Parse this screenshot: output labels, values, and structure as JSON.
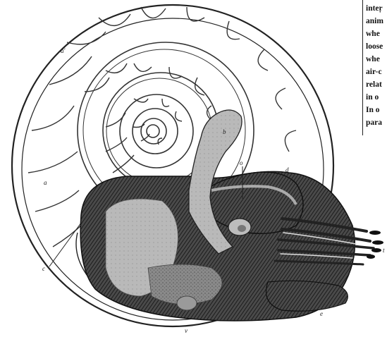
{
  "figure": {
    "labels": {
      "a_prime": "a'",
      "a": "a",
      "b": "b",
      "c": "c",
      "d": "d",
      "e": "e",
      "o": "o",
      "t": "t",
      "v": "v"
    }
  },
  "text_column": {
    "lines": [
      "inteṛ",
      "anim",
      "whe",
      "loose",
      "whe",
      "air-c",
      "relat",
      "in o",
      "In o",
      "para"
    ]
  }
}
